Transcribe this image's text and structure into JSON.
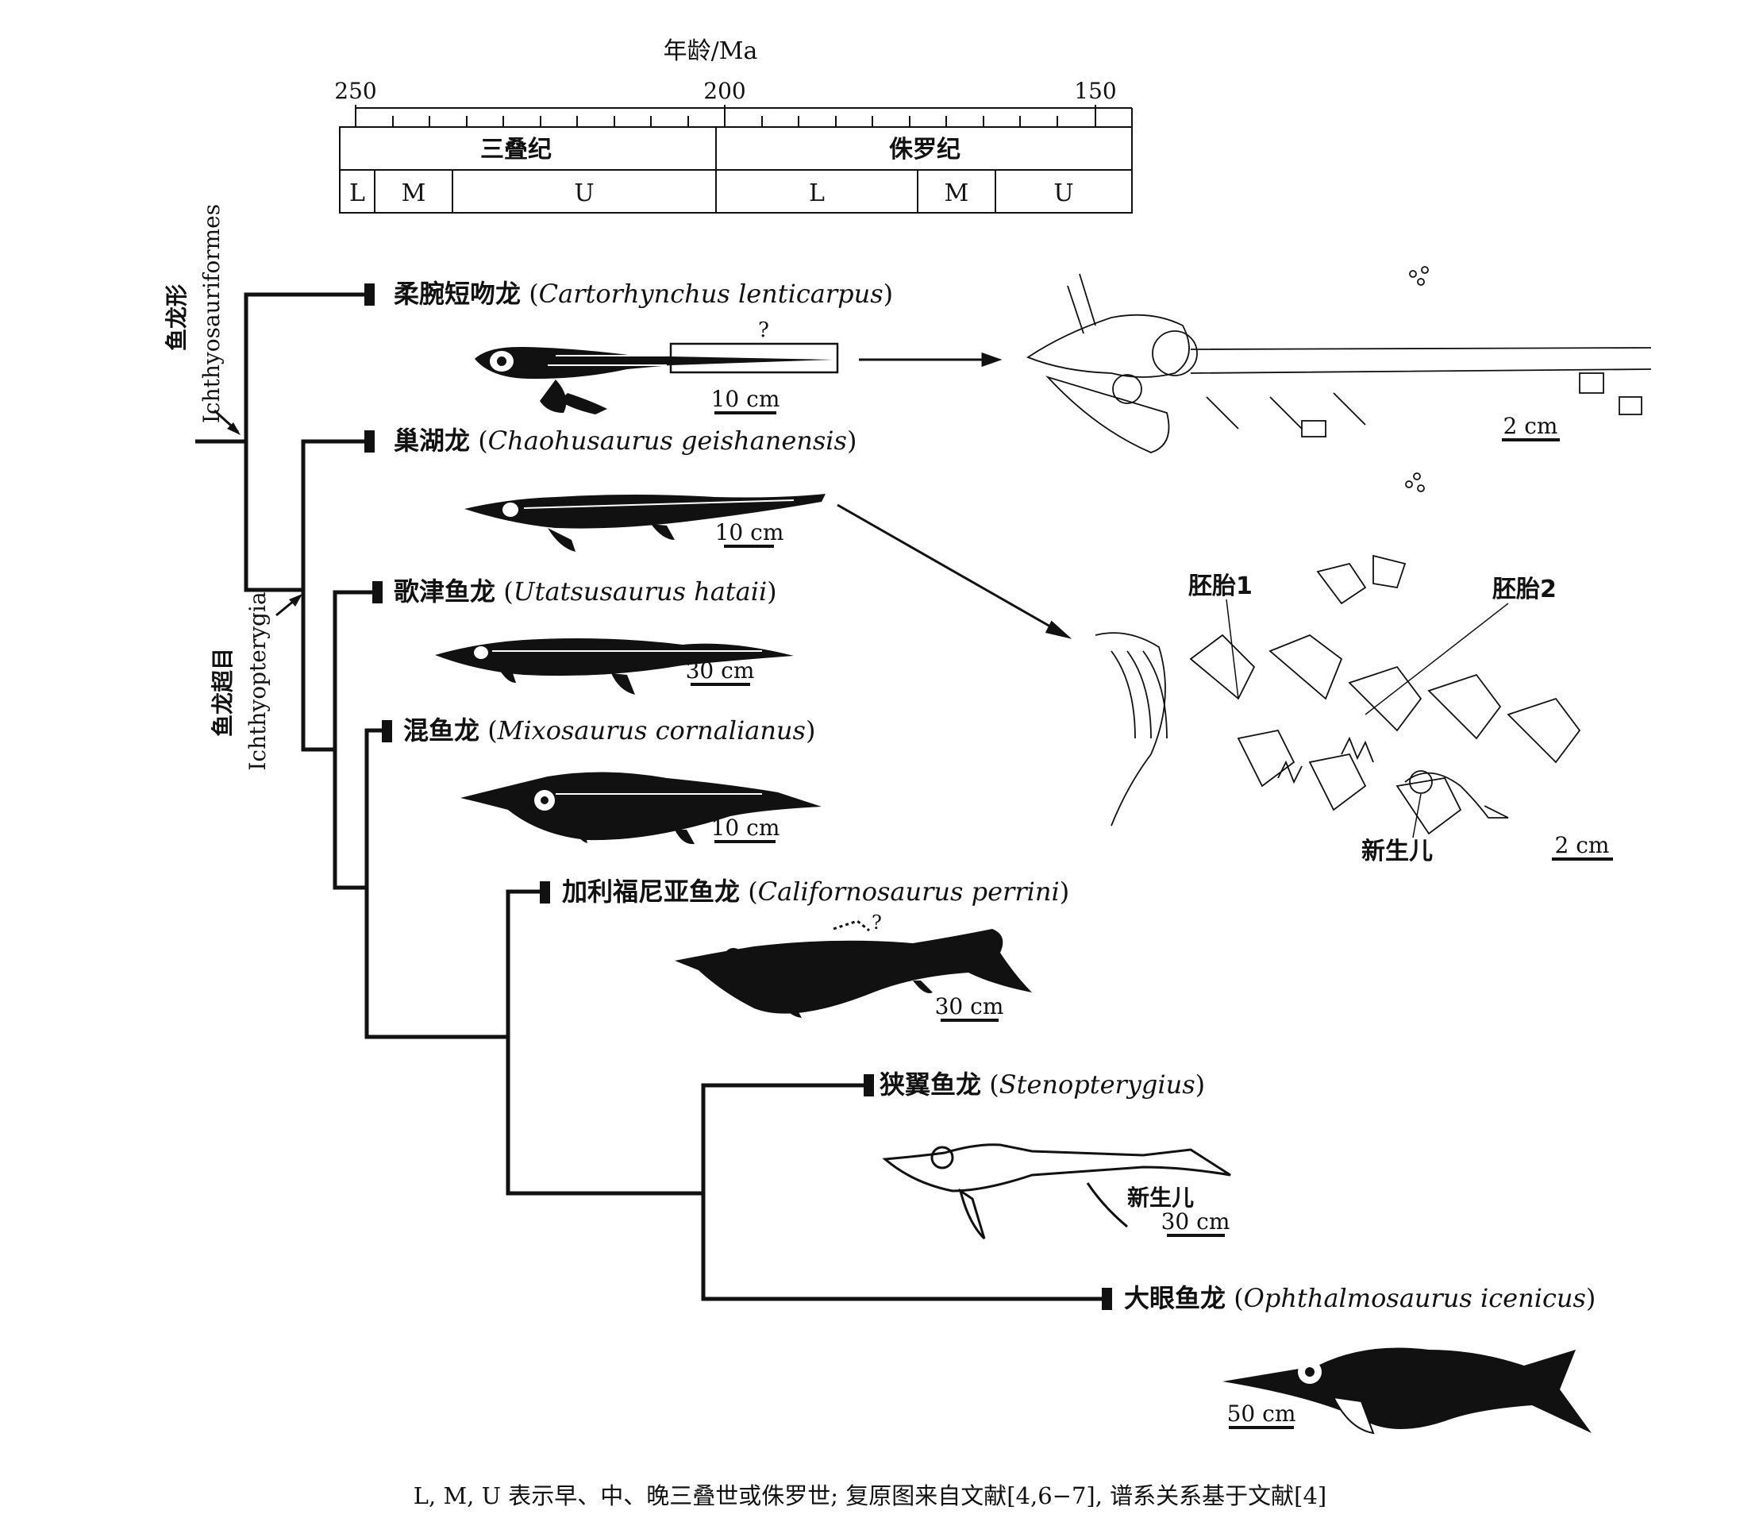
{
  "timescale": {
    "axis_title": "年龄/Ma",
    "ticks": [
      "250",
      "200",
      "150"
    ],
    "periods": [
      "三叠纪",
      "侏罗纪"
    ],
    "epochs_triassic": [
      "L",
      "M",
      "U"
    ],
    "epochs_jurassic": [
      "L",
      "M",
      "U"
    ]
  },
  "clades": {
    "ichthyosauriformes_cn": "鱼龙形",
    "ichthyosauriformes_en": "Ichthyosauriformes",
    "ichthyopterygia_cn": "鱼龙超目",
    "ichthyopterygia_en": "Ichthyopterygia"
  },
  "taxa": [
    {
      "cn": "柔腕短吻龙",
      "sci": "Cartorhynchus lenticarpus",
      "scale": "10 cm"
    },
    {
      "cn": "巢湖龙",
      "sci": "Chaohusaurus geishanensis",
      "scale": "10 cm"
    },
    {
      "cn": "歌津鱼龙",
      "sci": "Utatsusaurus hataii",
      "scale": "30 cm"
    },
    {
      "cn": "混鱼龙",
      "sci": "Mixosaurus cornalianus",
      "scale": "10 cm"
    },
    {
      "cn": "加利福尼亚鱼龙",
      "sci": "Californosaurus perrini",
      "scale": "30 cm"
    },
    {
      "cn": "狭翼鱼龙",
      "sci": "Stenopterygius",
      "scale": "30 cm"
    },
    {
      "cn": "大眼鱼龙",
      "sci": "Ophthalmosaurus icenicus",
      "scale": "50 cm"
    }
  ],
  "insets": {
    "cartorhynchus_scale": "2 cm",
    "chaohusaurus_scale": "2 cm",
    "embryo1": "胚胎1",
    "embryo2": "胚胎2",
    "newborn": "新生儿",
    "stenopterygius_newborn": "新生儿",
    "question_mark": "?"
  },
  "caption": "L, M, U 表示早、中、晚三叠世或侏罗世; 复原图来自文献[4,6−7], 谱系关系基于文献[4]"
}
